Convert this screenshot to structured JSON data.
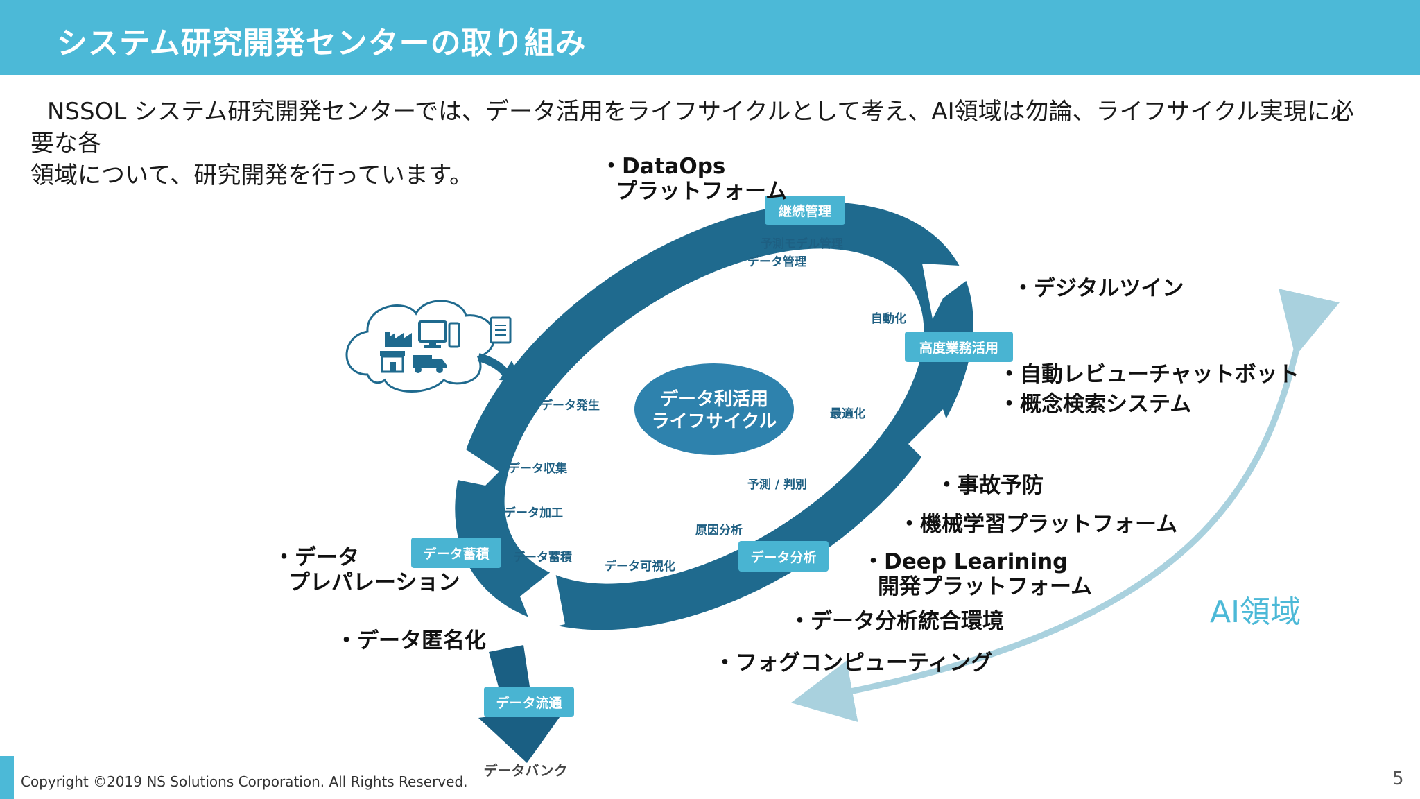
{
  "header": {
    "title": "システム研究開発センターの取り組み"
  },
  "intro": {
    "line1": "NSSOL システム研究開発センターでは、データ活用をライフサイクルとして考え、AI領域は勿論、ライフサイクル実現に必要な各",
    "line2": "領域について、研究開発を行っています。"
  },
  "diagram": {
    "center": {
      "line1": "データ利活用",
      "line2": "ライフサイクル"
    },
    "stages": {
      "keizoku": "継続管理",
      "koudo": "高度業務活用",
      "bunseki": "データ分析",
      "chikuseki": "データ蓄積",
      "ryutsu": "データ流通"
    },
    "inner_labels": {
      "yosoku_model": "予測モデル管理",
      "data_kanri": "データ管理",
      "jidouka": "自動化",
      "saitekika": "最適化",
      "yosoku_hanbetsu": "予測 / 判別",
      "gen_in": "原因分析",
      "kashika": "データ可視化",
      "chikuseki": "データ蓄積",
      "kakou": "データ加工",
      "shushu": "データ収集",
      "hassei": "データ発生"
    },
    "data_bank": "データバンク",
    "icons": [
      "factory-icon",
      "monitor-icon",
      "phone-icon",
      "store-icon",
      "truck-icon",
      "document-icon"
    ],
    "colors": {
      "ring_dark": "#1a5f83",
      "ring_mid": "#2a7ba1",
      "tag": "#49b4d2",
      "ai_arrow": "#a9d1de"
    }
  },
  "bullets": {
    "dataops": {
      "line1": "DataOps",
      "line2": "プラットフォーム"
    },
    "digital_twin": "デジタルツイン",
    "review_chatbot": "自動レビューチャットボット",
    "concept_search": "概念検索システム",
    "accident": "事故予防",
    "ml_platform": "機械学習プラットフォーム",
    "dl_platform": {
      "line1": "Deep Learining",
      "line2": "開発プラットフォーム"
    },
    "analysis_env": "データ分析統合環境",
    "fog": "フォグコンピューティング",
    "prep": {
      "line1": "データ",
      "line2": "プレパレーション"
    },
    "anonymize": "データ匿名化"
  },
  "ai_label": "AI領域",
  "footer": {
    "copyright": "Copyright ©2019 NS Solutions Corporation. All Rights Reserved.",
    "page": "5"
  }
}
